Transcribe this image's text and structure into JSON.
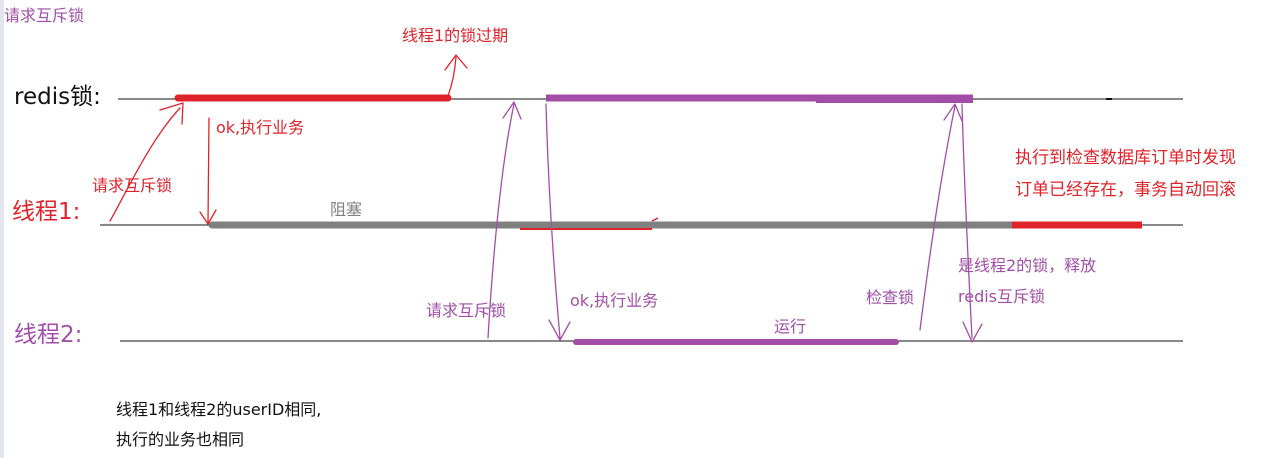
{
  "labels": {
    "corner_title": "请求互斥锁",
    "redis_lock": "redis锁:",
    "thread1": "线程1:",
    "thread2": "线程2:",
    "lock_expired": "线程1的锁过期",
    "t1_ok": "ok,执行业务",
    "t1_request": "请求互斥锁",
    "blocked": "阻塞",
    "t2_request": "请求互斥锁",
    "t2_ok": "ok,执行业务",
    "running": "运行",
    "check_lock": "检查锁",
    "is_t2_lock": "是线程2的锁，释放",
    "release_redis": "redis互斥锁",
    "rollback_line1": "执行到检查数据库订单时发现",
    "rollback_line2": "订单已经存在，事务自动回滚",
    "note_line1": "线程1和线程2的userID相同,",
    "note_line2": "执行的业务也相同"
  },
  "colors": {
    "red": "#e0232a",
    "purple": "#a24ea8",
    "gray": "#808080",
    "black": "#111111"
  }
}
